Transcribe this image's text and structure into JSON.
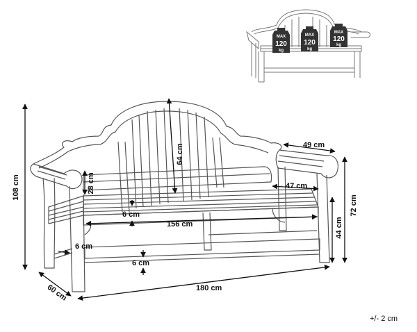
{
  "weights": [
    {
      "max": "MAX",
      "value": "120",
      "unit": "kg"
    },
    {
      "max": "MAX",
      "value": "120",
      "unit": "kg"
    },
    {
      "max": "MAX",
      "value": "120",
      "unit": "kg"
    }
  ],
  "dimensions": {
    "total_height": "108 cm",
    "back_height": "64 cm",
    "arm_depth": "49 cm",
    "seat_depth": "47 cm",
    "armrest_height": "72 cm",
    "seat_height": "44 cm",
    "back_gap": "28 cm",
    "seat_thickness": "6 cm",
    "seat_width": "156 cm",
    "leg_width": "6 cm",
    "stretcher_height": "6 cm",
    "total_depth": "60 cm",
    "total_width": "180 cm"
  },
  "tolerance": "+/- 2 cm"
}
